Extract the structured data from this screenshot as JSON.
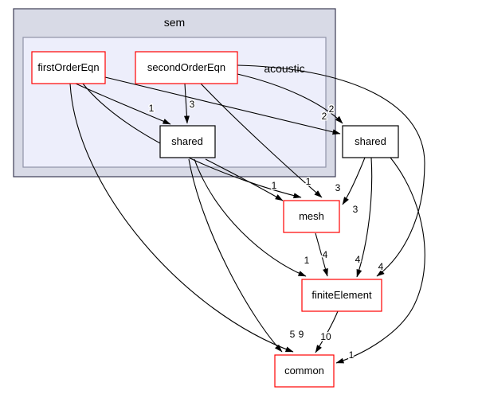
{
  "diagram": {
    "type": "directory-dependency-graph",
    "clusters": [
      {
        "id": "sem",
        "label": "sem"
      },
      {
        "id": "acoustic",
        "label": "acoustic"
      }
    ],
    "nodes": [
      {
        "id": "firstOrderEqn",
        "label": "firstOrderEqn",
        "border_color": "#ff0000",
        "cluster": "acoustic"
      },
      {
        "id": "secondOrderEqn",
        "label": "secondOrderEqn",
        "border_color": "#ff0000",
        "cluster": "acoustic"
      },
      {
        "id": "shared-acoustic",
        "label": "shared",
        "border_color": "#000000",
        "cluster": "acoustic"
      },
      {
        "id": "shared-external",
        "label": "shared",
        "border_color": "#000000",
        "cluster": ""
      },
      {
        "id": "mesh",
        "label": "mesh",
        "border_color": "#ff0000",
        "cluster": ""
      },
      {
        "id": "finiteElement",
        "label": "finiteElement",
        "border_color": "#ff0000",
        "cluster": ""
      },
      {
        "id": "common",
        "label": "common",
        "border_color": "#ff0000",
        "cluster": ""
      }
    ],
    "edges": [
      {
        "from": "firstOrderEqn",
        "to": "shared-acoustic",
        "label": "1"
      },
      {
        "from": "secondOrderEqn",
        "to": "shared-acoustic",
        "label": "3"
      },
      {
        "from": "firstOrderEqn",
        "to": "shared-external",
        "label": "2"
      },
      {
        "from": "secondOrderEqn",
        "to": "shared-external",
        "label": "2"
      },
      {
        "from": "shared-acoustic",
        "to": "mesh",
        "label": "1"
      },
      {
        "from": "firstOrderEqn",
        "to": "mesh",
        "label": "1"
      },
      {
        "from": "secondOrderEqn",
        "to": "mesh",
        "label": "3"
      },
      {
        "from": "shared-external",
        "to": "mesh",
        "label": "3"
      },
      {
        "from": "shared-acoustic",
        "to": "finiteElement",
        "label": "1"
      },
      {
        "from": "mesh",
        "to": "finiteElement",
        "label": "4"
      },
      {
        "from": "shared-external",
        "to": "finiteElement",
        "label": "4"
      },
      {
        "from": "secondOrderEqn",
        "to": "finiteElement",
        "label": "4"
      },
      {
        "from": "finiteElement",
        "to": "common",
        "label": "10"
      },
      {
        "from": "shared-acoustic",
        "to": "common",
        "label": "5"
      },
      {
        "from": "firstOrderEqn",
        "to": "common",
        "label": "9"
      },
      {
        "from": "shared-external",
        "to": "common",
        "label": "1"
      }
    ],
    "colors": {
      "background": "#ffffff",
      "node_fill": "#ffffff",
      "red_border": "#ff0000",
      "black_border": "#000000",
      "edge": "#000000",
      "text": "#000000",
      "cluster_outer_fill": "#d8dae6",
      "cluster_outer_border": "#3c3c55",
      "cluster_inner_fill": "#edeefb",
      "cluster_inner_border": "#9093a8"
    }
  }
}
